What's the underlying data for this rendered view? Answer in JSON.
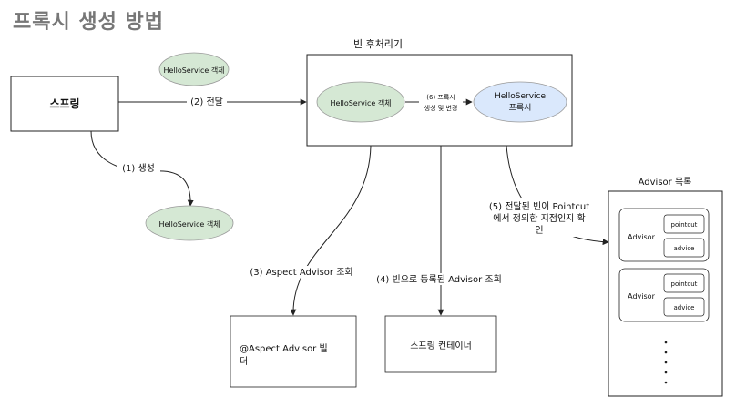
{
  "title": "프록시 생성 방법",
  "nodes": {
    "spring": "스프링",
    "bean_postprocessor": "빈 후처리기",
    "hello_obj_top": "HelloService 객체",
    "hello_obj_created": "HelloService 객체",
    "hello_obj_inner": "HelloService 객체",
    "hello_proxy_line1": "HelloService",
    "hello_proxy_line2": "프록시",
    "aspect_builder_line1": "@Aspect Advisor 빌",
    "aspect_builder_line2": "더",
    "spring_container": "스프링 컨테이너",
    "advisor_list_title": "Advisor 목록",
    "advisor_label": "Advisor",
    "pointcut_label": "pointcut",
    "advice_label": "advice",
    "ellipsis": "·"
  },
  "edges": {
    "step1": "(1) 생성",
    "step2": "(2) 전달",
    "step3": "(3) Aspect Advisor 조회",
    "step4": "(4) 빈으로 등록된 Advisor 조회",
    "step5_line1": "(5) 전달된 빈이 Pointcut",
    "step5_line2": "에서 정의한 지점인지 확",
    "step5_line3": "인",
    "step6_line1": "(6) 프록시",
    "step6_line2": "생성 및 변경"
  },
  "colors": {
    "object_fill": "#d5e8d4",
    "proxy_fill": "#dae8fc",
    "stroke": "#222222",
    "title": "#777777"
  }
}
